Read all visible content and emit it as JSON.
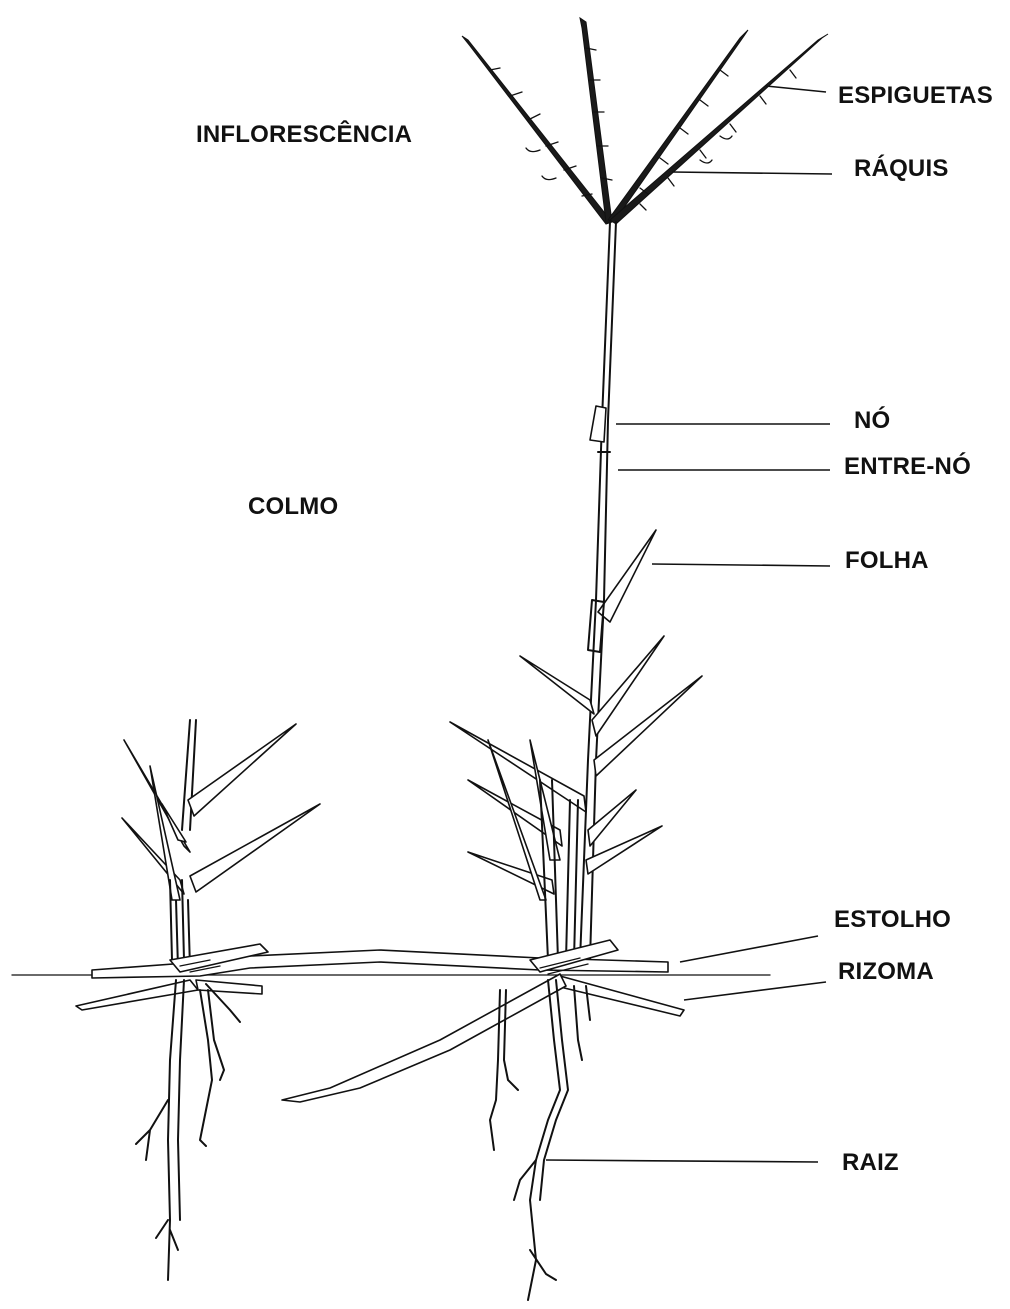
{
  "labels": {
    "inflorescencia": "INFLORESCÊNCIA",
    "colmo": "COLMO",
    "espiguetas": "ESPIGUETAS",
    "raquis": "RÁQUIS",
    "no": "NÓ",
    "entre_no": "ENTRE-NÓ",
    "folha": "FOLHA",
    "estolho": "ESTOLHO",
    "rizoma": "RIZOMA",
    "raiz": "RAIZ"
  },
  "colors": {
    "ink": "#111111",
    "background": "#ffffff"
  }
}
